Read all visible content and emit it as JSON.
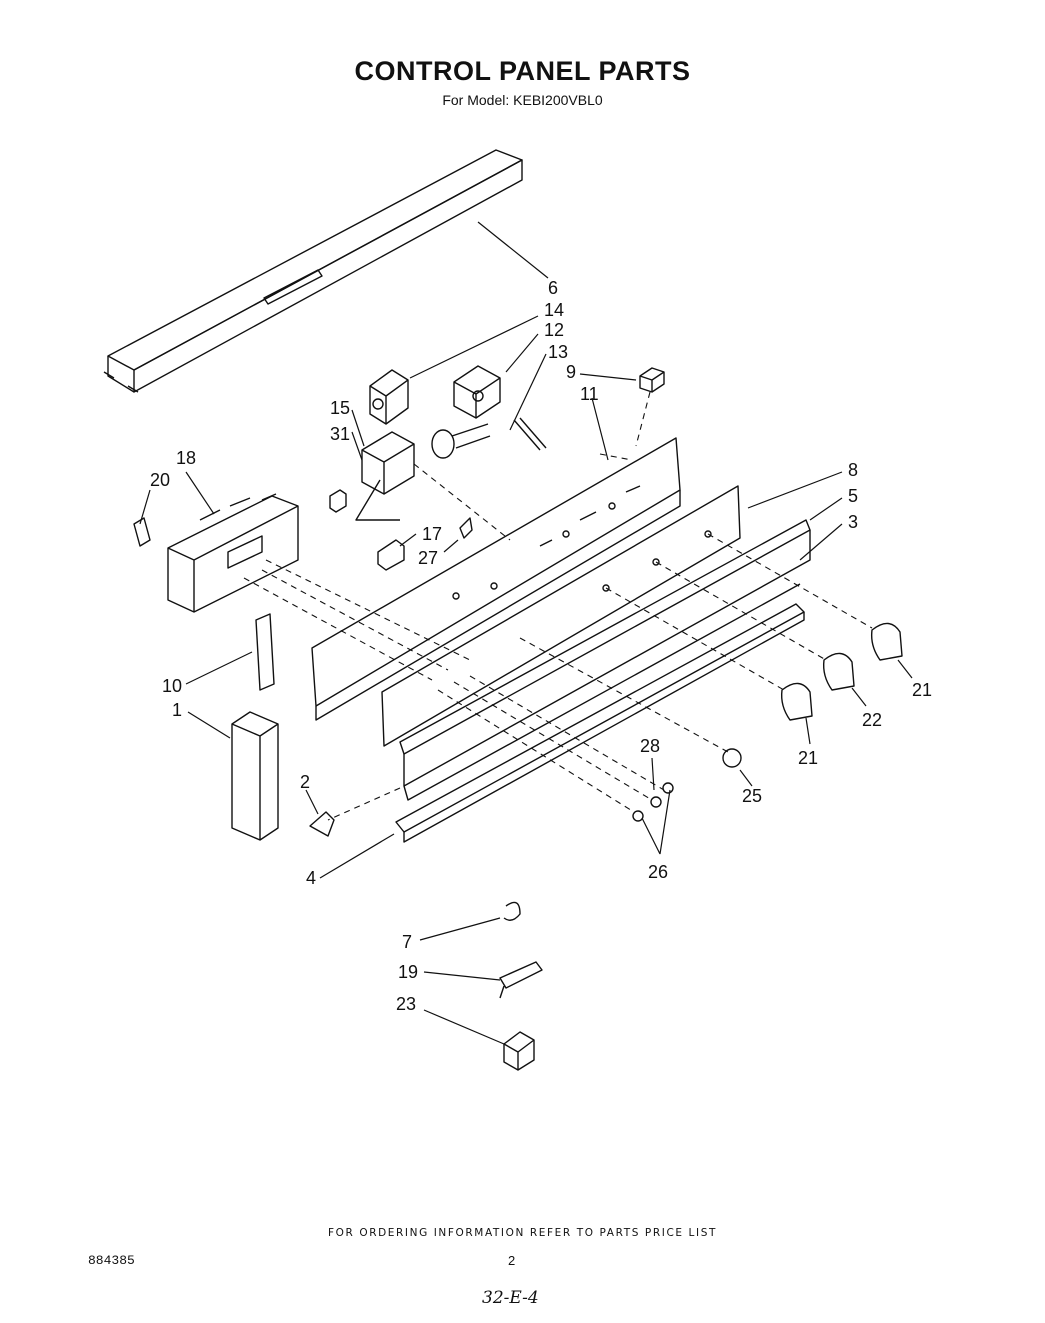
{
  "header": {
    "title": "CONTROL PANEL PARTS",
    "subtitle": "For Model: KEBI200VBL0"
  },
  "callouts": [
    "6",
    "14",
    "12",
    "13",
    "9",
    "11",
    "15",
    "31",
    "18",
    "20",
    "8",
    "5",
    "3",
    "17",
    "27",
    "10",
    "1",
    "21",
    "22",
    "21",
    "28",
    "25",
    "2",
    "26",
    "4",
    "7",
    "19",
    "23"
  ],
  "footer": {
    "note": "FOR ORDERING INFORMATION REFER TO PARTS PRICE LIST",
    "doc_number": "884385",
    "page": "2",
    "handwritten_code": "32-E-4"
  }
}
